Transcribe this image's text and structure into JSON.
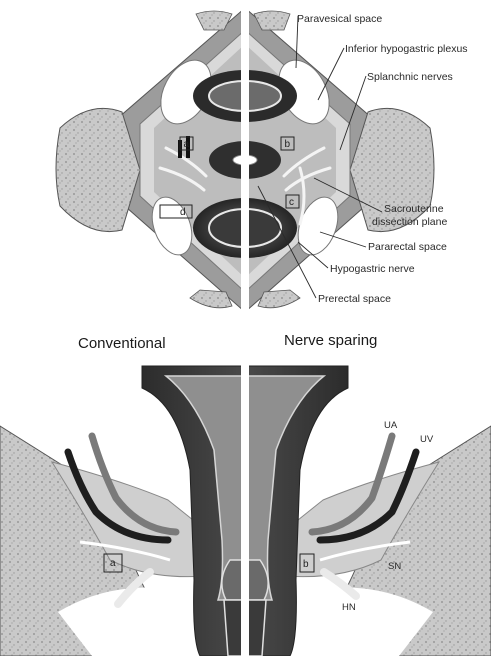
{
  "top_labels": {
    "paravesical": "Paravesical space",
    "inferior_plexus": "Inferior hypogastric plexus",
    "splanchnic": "Splanchnic nerves",
    "sacrouterine_1": "Sacrouterine",
    "sacrouterine_2": "dissection plane",
    "pararectal": "Pararectal space",
    "hypogastric": "Hypogastric nerve",
    "prerectal": "Prerectal space"
  },
  "top_boxes": {
    "a": "a",
    "b": "b",
    "c": "c",
    "d": "d"
  },
  "headings": {
    "left": "Conventional",
    "right": "Nerve sparing"
  },
  "bottom_labels": {
    "ua": "UA",
    "uv": "UV",
    "sn": "SN",
    "hn": "HN"
  },
  "bottom_boxes": {
    "a": "a",
    "b": "b"
  }
}
